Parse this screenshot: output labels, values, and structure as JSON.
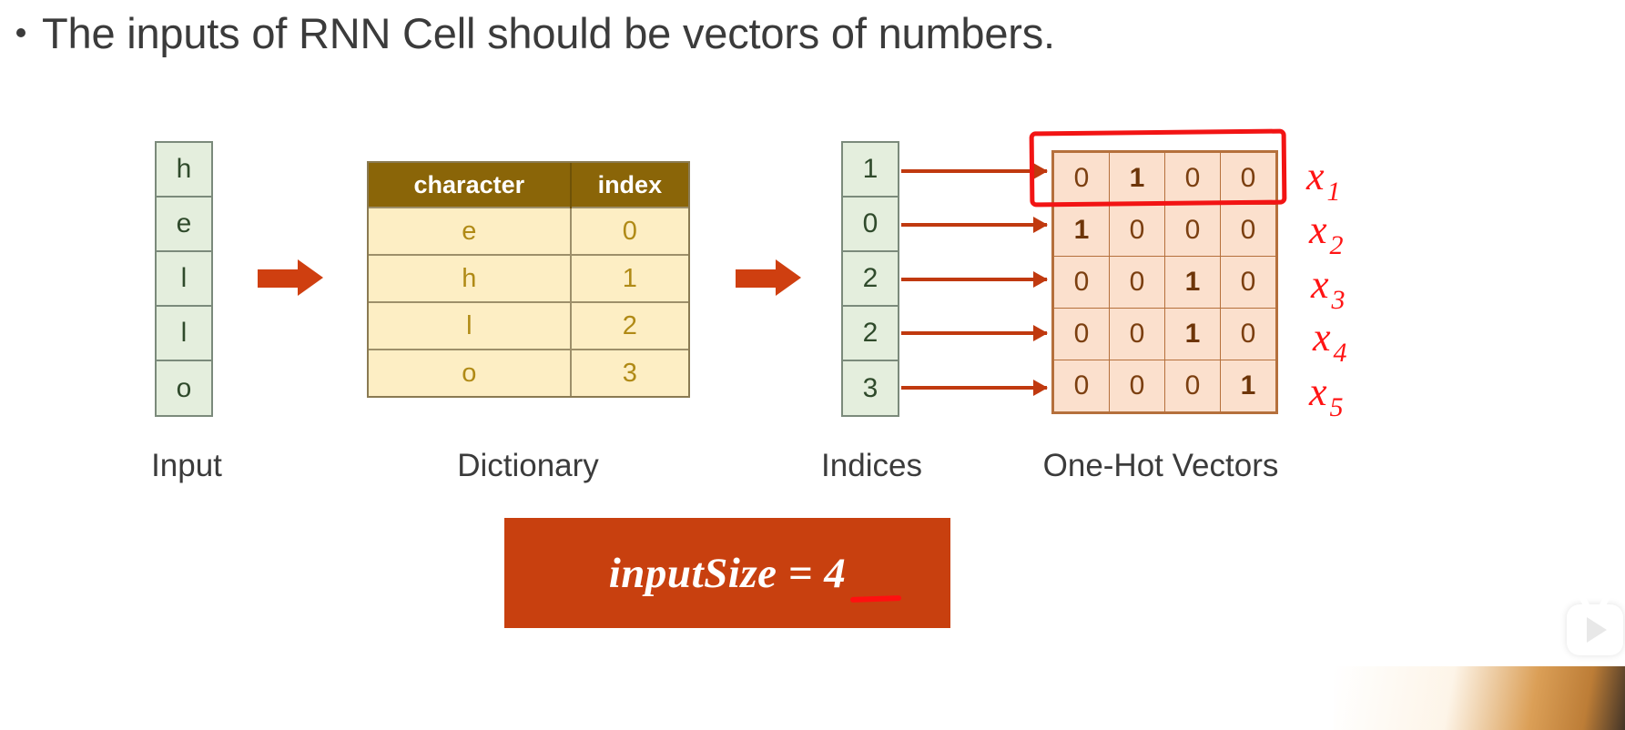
{
  "slide": {
    "title": "The inputs of RNN Cell should be vectors of numbers."
  },
  "input_column": {
    "caption": "Input",
    "cells": [
      "h",
      "e",
      "l",
      "l",
      "o"
    ]
  },
  "dictionary": {
    "caption": "Dictionary",
    "headers": [
      "character",
      "index"
    ],
    "rows": [
      {
        "character": "e",
        "index": "0"
      },
      {
        "character": "h",
        "index": "1"
      },
      {
        "character": "l",
        "index": "2"
      },
      {
        "character": "o",
        "index": "3"
      }
    ]
  },
  "indices_column": {
    "caption": "Indices",
    "cells": [
      "1",
      "0",
      "2",
      "2",
      "3"
    ]
  },
  "onehot": {
    "caption": "One-Hot Vectors",
    "rows": [
      [
        "0",
        "1",
        "0",
        "0"
      ],
      [
        "1",
        "0",
        "0",
        "0"
      ],
      [
        "0",
        "0",
        "1",
        "0"
      ],
      [
        "0",
        "0",
        "1",
        "0"
      ],
      [
        "0",
        "0",
        "0",
        "1"
      ]
    ]
  },
  "annotations": {
    "vector_labels": [
      {
        "base": "x",
        "sub": "1"
      },
      {
        "base": "x",
        "sub": "2"
      },
      {
        "base": "x",
        "sub": "3"
      },
      {
        "base": "x",
        "sub": "4"
      },
      {
        "base": "x",
        "sub": "5"
      }
    ],
    "ink_color": "#ff1414"
  },
  "banner": {
    "text": "inputSize = 4",
    "background": "#c8400f",
    "text_color": "#ffffff"
  },
  "colors": {
    "green_cell_bg": "#e4eedd",
    "green_cell_border": "#7b8a7b",
    "dict_header_bg": "#8a6508",
    "dict_cell_bg": "#fdeec4",
    "dict_text": "#b08a16",
    "onehot_cell_bg": "#fbe0cd",
    "onehot_text": "#7b3f10",
    "arrow_orange": "#cf3f10",
    "thin_arrow": "#c0390f"
  }
}
